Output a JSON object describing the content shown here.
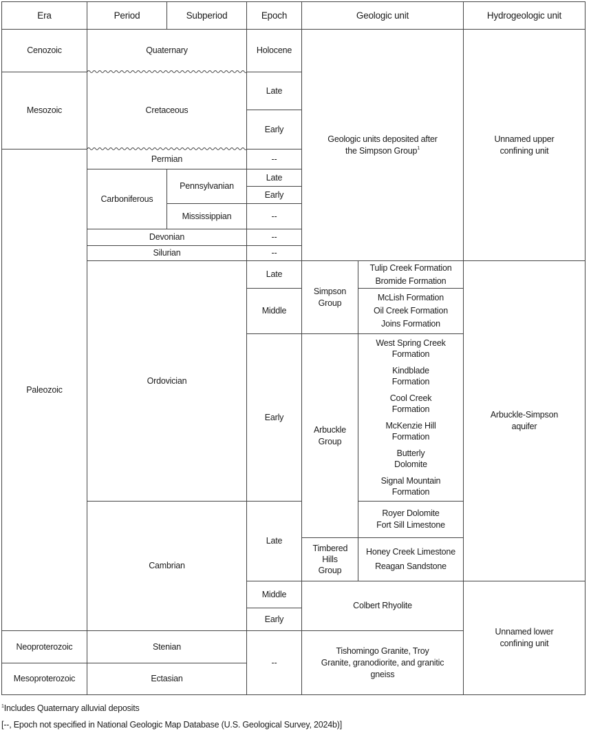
{
  "header": {
    "era": "Era",
    "period": "Period",
    "subperiod": "Subperiod",
    "epoch": "Epoch",
    "geologic_unit": "Geologic unit",
    "hydrogeologic_unit": "Hydrogeologic unit"
  },
  "eras": {
    "cenozoic": "Cenozoic",
    "mesozoic": "Mesozoic",
    "paleozoic": "Paleozoic",
    "neoproterozoic": "Neoproterozoic",
    "mesoproterozoic": "Mesoproterozoic"
  },
  "periods": {
    "quaternary": "Quaternary",
    "cretaceous": "Cretaceous",
    "permian": "Permian",
    "carboniferous": "Carboniferous",
    "devonian": "Devonian",
    "silurian": "Silurian",
    "ordovician": "Ordovician",
    "cambrian": "Cambrian",
    "stenian": "Stenian",
    "ectasian": "Ectasian"
  },
  "subperiods": {
    "pennsylvanian": "Pennsylvanian",
    "mississippian": "Mississippian"
  },
  "epochs": {
    "holocene": "Holocene",
    "late": "Late",
    "early": "Early",
    "middle": "Middle",
    "unspecified": "--"
  },
  "geologic": {
    "post_simpson": "Geologic units deposited after the Simpson Group",
    "post_simpson_note": "1",
    "simpson_group": "Simpson Group",
    "arbuckle_group": "Arbuckle Group",
    "timbered_hills_group": "Timbered Hills Group",
    "simpson_late": [
      "Tulip Creek Formation",
      "Bromide Formation"
    ],
    "simpson_middle": [
      "McLish Formation",
      "Oil Creek Formation",
      "Joins Formation"
    ],
    "arbuckle_early": [
      "West Spring Creek Formation",
      "Kindblade Formation",
      "Cool Creek Formation",
      "McKenzie Hill Formation",
      "Butterly Dolomite",
      "Signal Mountain Formation"
    ],
    "arbuckle_late": [
      "Royer Dolomite",
      "Fort Sill Limestone"
    ],
    "timbered": [
      "Honey Creek Limestone",
      "Reagan Sandstone"
    ],
    "colbert": "Colbert Rhyolite",
    "basement": "Tishomingo Granite, Troy Granite, granodiorite, and granitic gneiss"
  },
  "hydro": {
    "upper": "Unnamed upper confining unit",
    "aquifer": "Arbuckle-Simpson aquifer",
    "lower": "Unnamed lower confining unit"
  },
  "footnotes": {
    "note1_mark": "1",
    "note1": "Includes Quaternary alluvial deposits",
    "note2": "[--, Epoch not specified in National Geologic Map Database (U.S. Geological Survey, 2024b)]"
  }
}
